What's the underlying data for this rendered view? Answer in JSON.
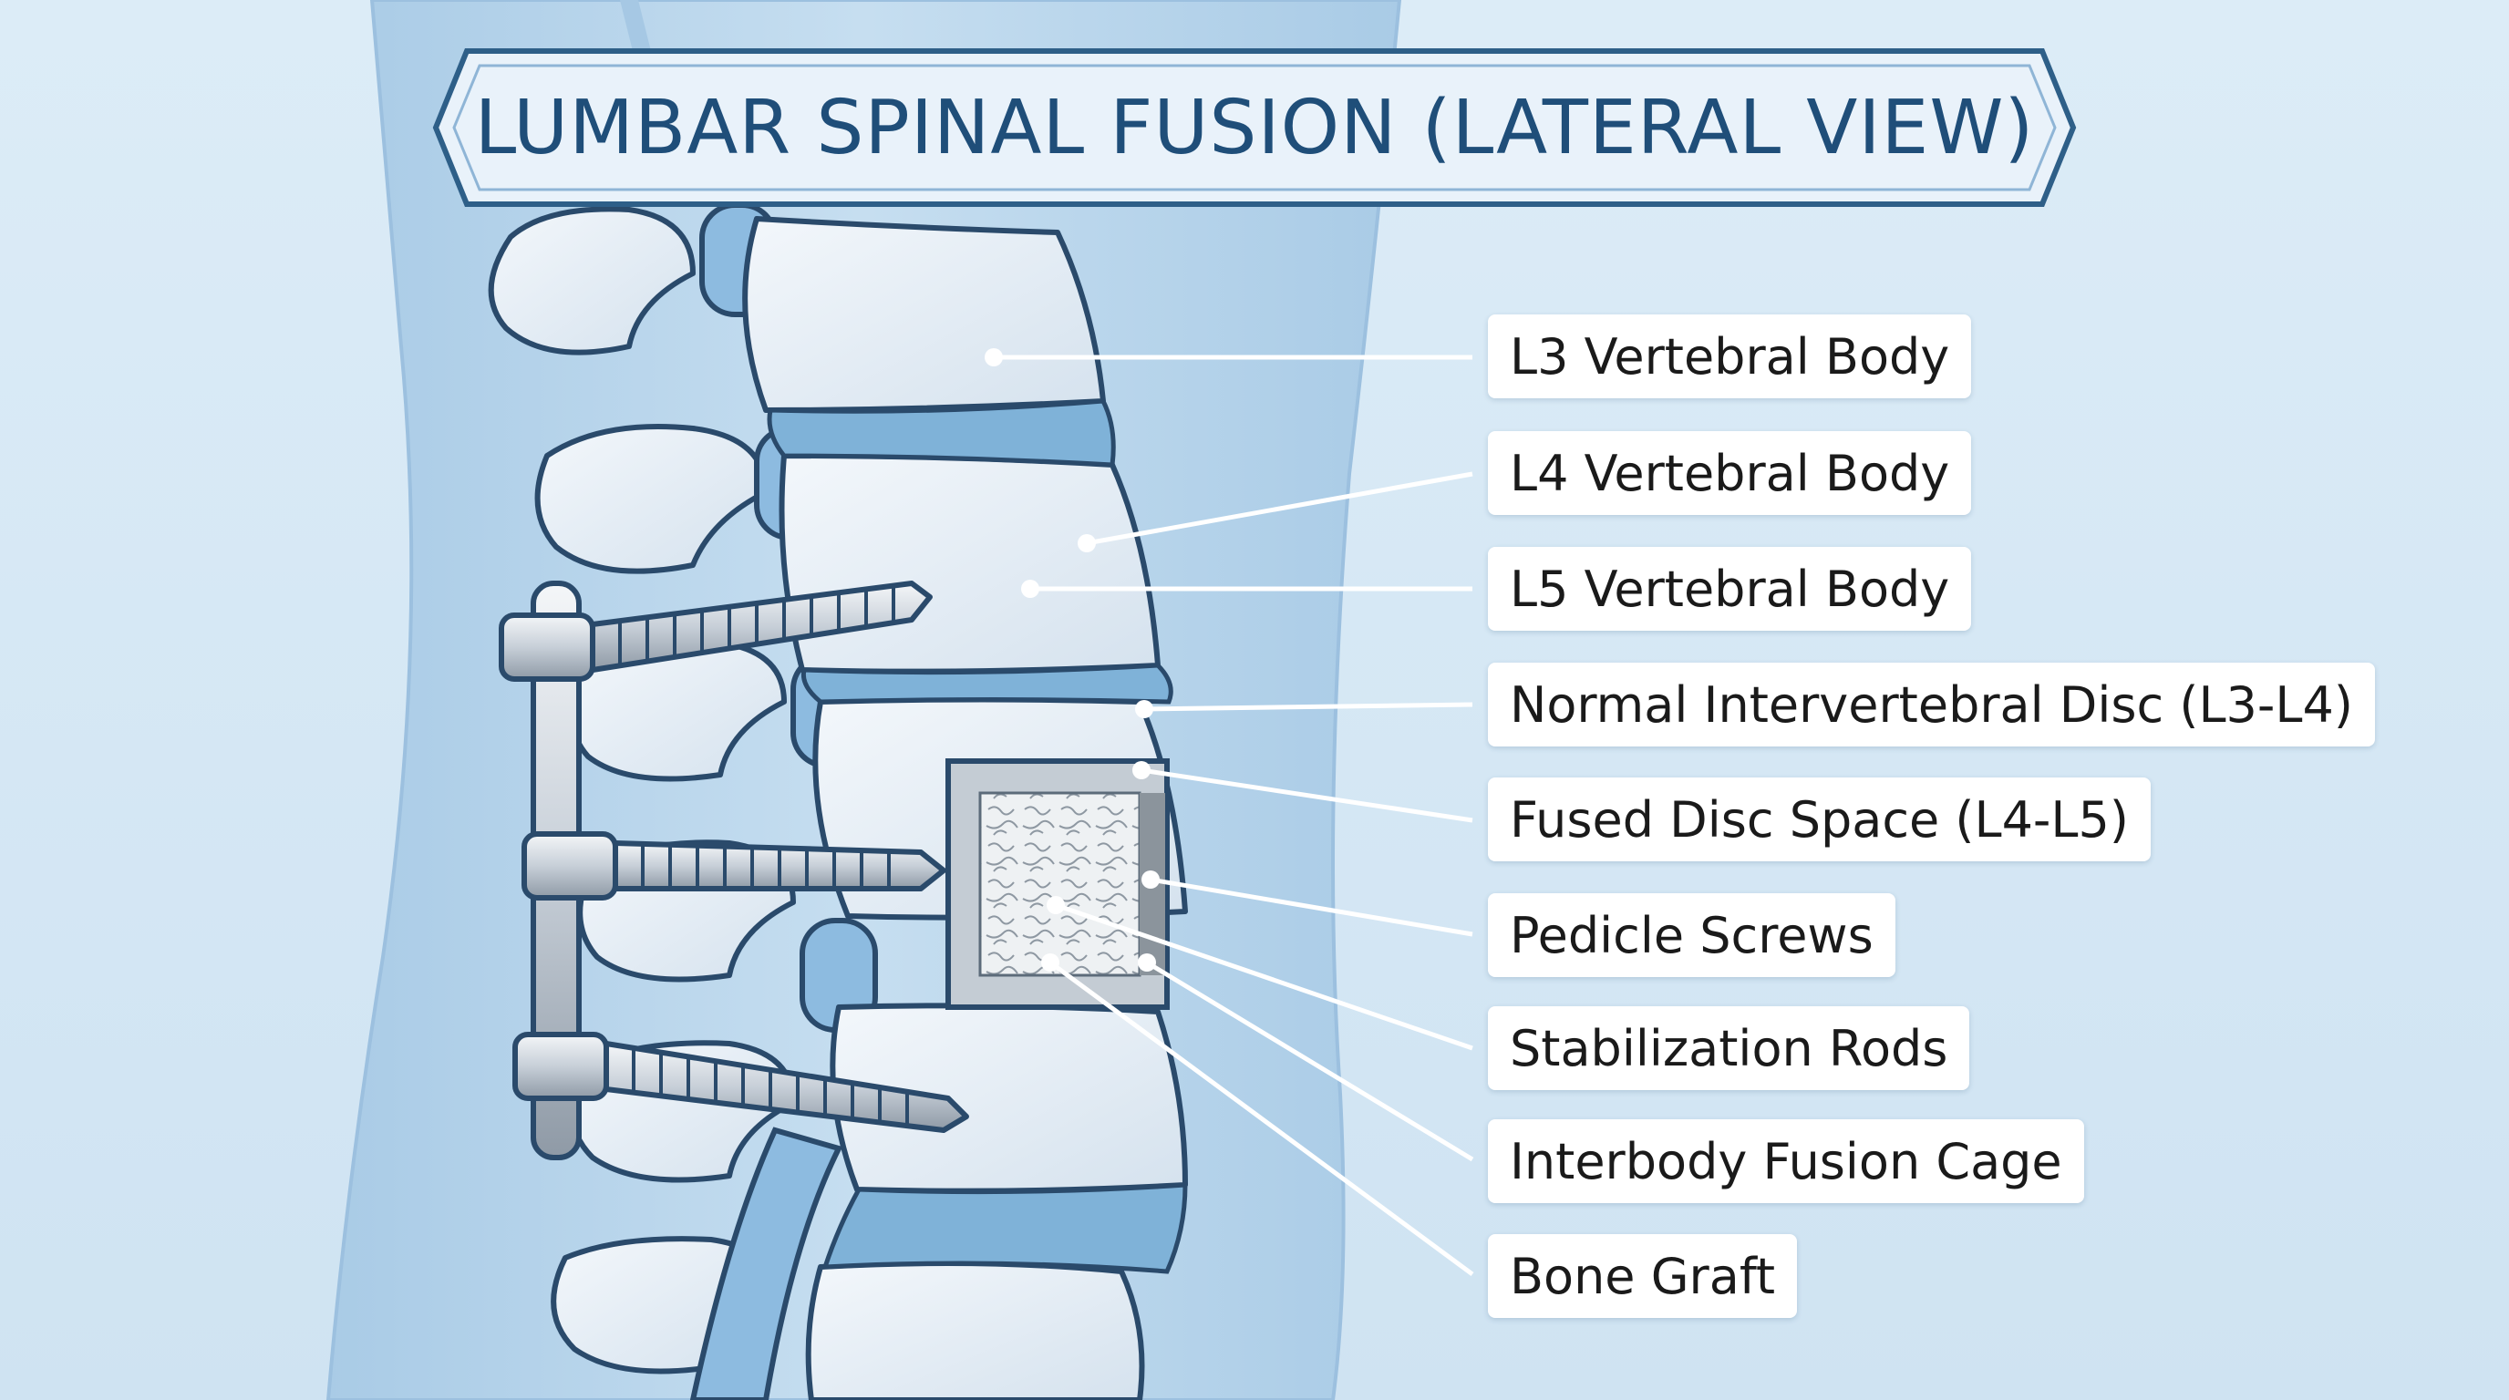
{
  "title": "LUMBAR SPINAL FUSION (LATERAL VIEW)",
  "labels": [
    "L3 Vertebral Body",
    "L4 Vertebral Body",
    "L5 Vertebral Body",
    "Normal Intervertebral Disc (L3-L4)",
    "Fused Disc Space (L4-L5)",
    "Pedicle Screws",
    "Stabilization Rods",
    "Interbody Fusion Cage",
    "Bone Graft"
  ],
  "colors": {
    "background": "#dcecf7",
    "body_silhouette": "#b8d6ec",
    "bone_fill": "#e6eef6",
    "bone_outline": "#2a4a6b",
    "disc_fill": "#7fb2d8",
    "hardware_fill": "#d6dde4",
    "title_text": "#1f4e79",
    "leader_line": "#ffffff"
  }
}
